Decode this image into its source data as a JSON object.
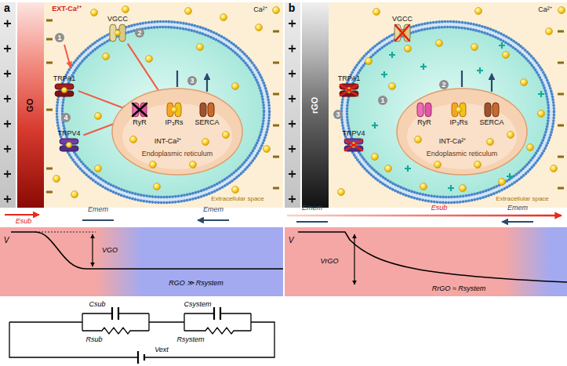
{
  "diagram": {
    "nodes": [
      {
        "text": [
          "GO"
        ]
      },
      {
        "text": [
          "INT-Ca²⁺",
          "Endoplasmic reticulum"
        ]
      },
      {
        "text": [
          "RyR"
        ],
        "in": 1
      },
      {
        "text": [
          "IP₃Rs"
        ],
        "in": 1
      },
      {
        "text": [
          "SERCA"
        ],
        "in": 1
      },
      {
        "text": [
          "VGCC"
        ]
      },
      {
        "text": [
          "TRPA1"
        ]
      },
      {
        "text": [
          "TRPV4"
        ]
      },
      {
        "text": [
          "rGO"
        ]
      },
      {
        "text": [
          "INT-Ca²⁺",
          "Endoplasmic reticulum"
        ]
      },
      {
        "text": [
          "RyR"
        ],
        "in": 9
      },
      {
        "text": [
          "IP₃Rs"
        ],
        "in": 9
      },
      {
        "text": [
          "SERCA"
        ],
        "in": 9
      },
      {
        "text": [
          "VGCC"
        ]
      },
      {
        "text": [
          "TRPA1"
        ]
      },
      {
        "text": [
          "TRPV4"
        ]
      }
    ],
    "edges": [
      {
        "from": 5,
        "to": 3,
        "arrow": "to"
      },
      {
        "from": 6,
        "to": 2,
        "arrow": "to"
      },
      {
        "from": 7,
        "to": 2,
        "arrow": "to"
      }
    ],
    "labels": [
      "a",
      "EXT-Ca²⁺",
      "Ca²⁺",
      "1",
      "2",
      "3",
      "4",
      "Extracellular space",
      "Esub",
      "Emem",
      "Emem",
      "V",
      "VGO",
      "RGO ≫ Rsystem",
      "Csub",
      "Rsub",
      "Csystem",
      "Rsystem",
      "Vext",
      "b",
      "Ca²⁺",
      "1",
      "2",
      "3",
      "Extracellular space",
      "Emem",
      "Esub",
      "Emem",
      "V",
      "VrGO",
      "RrGO ≈ Rsystem"
    ]
  }
}
